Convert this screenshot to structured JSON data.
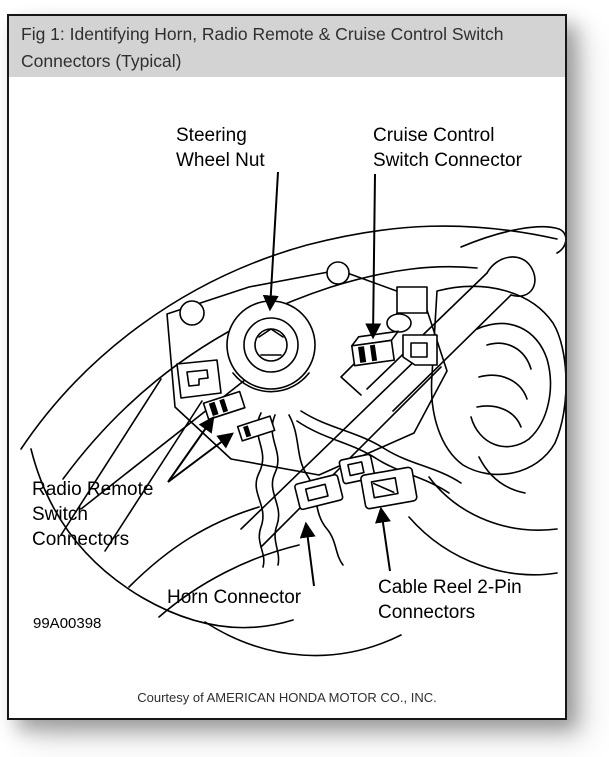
{
  "header": {
    "caption": "Fig 1: Identifying Horn, Radio Remote & Cruise Control Switch Connectors (Typical)"
  },
  "diagram": {
    "labels": {
      "steering_wheel_nut": "Steering\nWheel Nut",
      "cruise_control_switch_connector": "Cruise Control\nSwitch Connector",
      "radio_remote_switch_connectors": "Radio Remote\nSwitch\nConnectors",
      "horn_connector": "Horn Connector",
      "cable_reel_2pin_connectors": "Cable Reel 2-Pin\nConnectors",
      "figure_code": "99A00398"
    }
  },
  "footer": {
    "courtesy": "Courtesy of AMERICAN HONDA MOTOR CO., INC."
  },
  "colors": {
    "header_bg": "#d3d3d3",
    "header_text": "#2f2f2f",
    "border": "#161616",
    "ink": "#000000",
    "page_bg": "#ffffff"
  }
}
